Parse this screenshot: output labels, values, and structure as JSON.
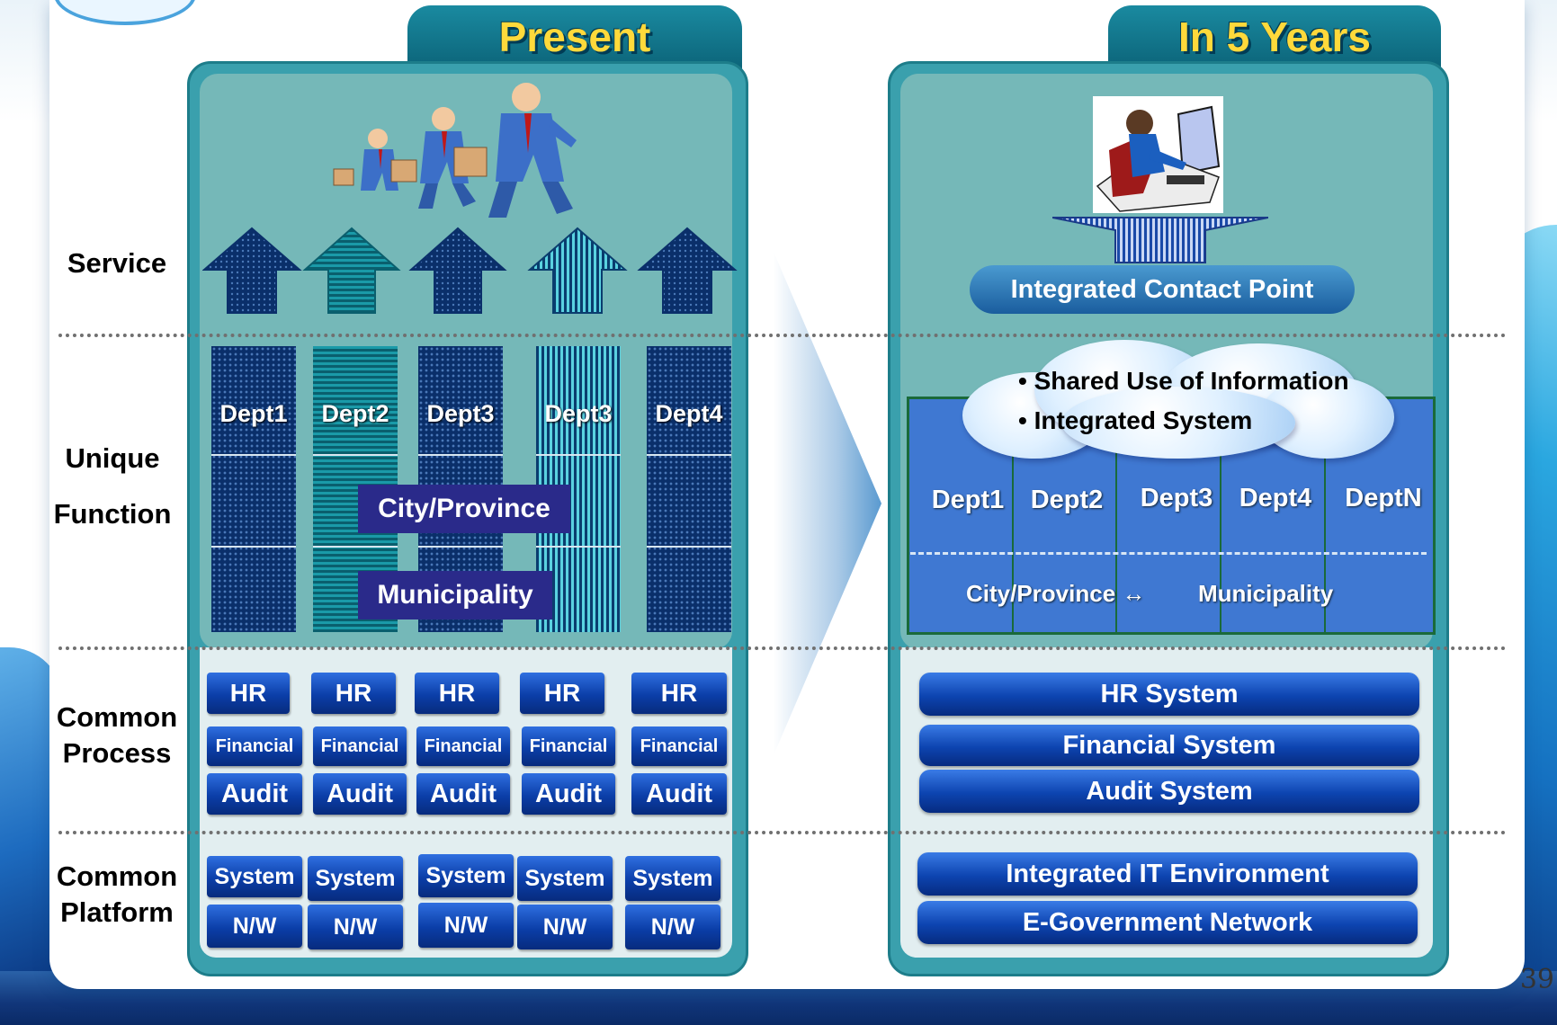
{
  "row_labels": {
    "service": "Service",
    "unique_1": "Unique",
    "unique_2": "Function",
    "common_process_1": "Common",
    "common_process_2": "Process",
    "common_platform_1": "Common",
    "common_platform_2": "Platform"
  },
  "present": {
    "title": "Present",
    "depts": [
      "Dept1",
      "Dept2",
      "Dept3",
      "Dept3",
      "Dept4"
    ],
    "city_province": "City/Province",
    "municipality": "Municipality",
    "process": {
      "hr": "HR",
      "financial": "Financial",
      "audit": "Audit"
    },
    "platform": {
      "system": "System",
      "nw": "N/W"
    }
  },
  "future": {
    "title": "In 5 Years",
    "contact_point": "Integrated Contact Point",
    "cloud_items": [
      "• Shared Use of Information",
      "• Integrated System"
    ],
    "depts": [
      "Dept1",
      "Dept2",
      "Dept3",
      "Dept4",
      "DeptN"
    ],
    "city_province_municipality": "City/Province ↔",
    "municipality": "Municipality",
    "hr_system": "HR System",
    "financial_system": "Financial System",
    "audit_system": "Audit System",
    "it_environment": "Integrated IT Environment",
    "network": "E-Government Network"
  },
  "page_number": "39",
  "colors": {
    "tab_title": "#ffd93b",
    "panel_teal": "#75b8b8",
    "button_blue": "#0b3ea8",
    "dept_grid": "#3f78d2"
  }
}
